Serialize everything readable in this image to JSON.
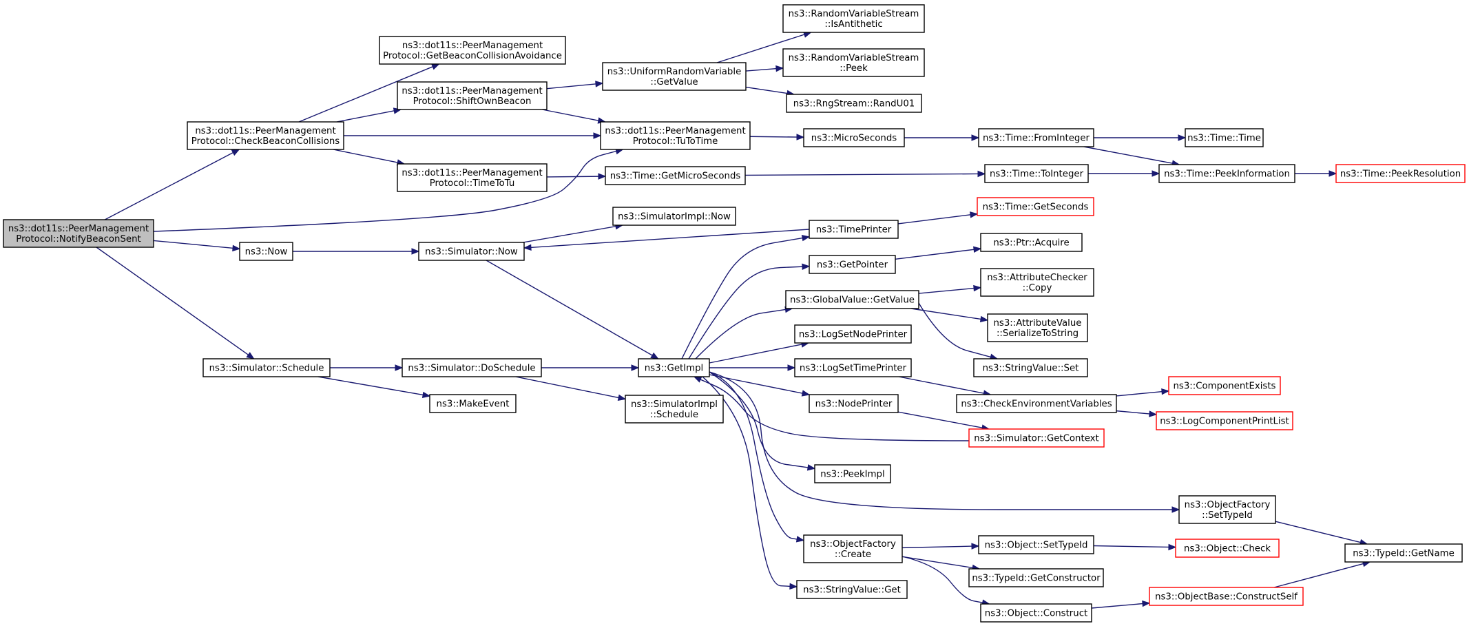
{
  "diagram": {
    "nodes": [
      {
        "id": "notify",
        "lines": [
          "ns3::dot11s::PeerManagement",
          "Protocol::NotifyBeaconSent"
        ],
        "root": true
      },
      {
        "id": "checkcoll",
        "lines": [
          "ns3::dot11s::PeerManagement",
          "Protocol::CheckBeaconCollisions"
        ]
      },
      {
        "id": "getbeacon",
        "lines": [
          "ns3::dot11s::PeerManagement",
          "Protocol::GetBeaconCollisionAvoidance"
        ]
      },
      {
        "id": "shiftown",
        "lines": [
          "ns3::dot11s::PeerManagement",
          "Protocol::ShiftOwnBeacon"
        ]
      },
      {
        "id": "timetotu",
        "lines": [
          "ns3::dot11s::PeerManagement",
          "Protocol::TimeToTu"
        ]
      },
      {
        "id": "tutotime",
        "lines": [
          "ns3::dot11s::PeerManagement",
          "Protocol::TuToTime"
        ]
      },
      {
        "id": "urvget",
        "lines": [
          "ns3::UniformRandomVariable",
          "::GetValue"
        ]
      },
      {
        "id": "isanti",
        "lines": [
          "ns3::RandomVariableStream",
          "::IsAntithetic"
        ]
      },
      {
        "id": "peek",
        "lines": [
          "ns3::RandomVariableStream",
          "::Peek"
        ]
      },
      {
        "id": "randu01",
        "lines": [
          "ns3::RngStream::RandU01"
        ]
      },
      {
        "id": "micro",
        "lines": [
          "ns3::MicroSeconds"
        ]
      },
      {
        "id": "frominteger",
        "lines": [
          "ns3::Time::FromInteger"
        ]
      },
      {
        "id": "timetime",
        "lines": [
          "ns3::Time::Time"
        ]
      },
      {
        "id": "getmicro",
        "lines": [
          "ns3::Time::GetMicroSeconds"
        ]
      },
      {
        "id": "tointeger",
        "lines": [
          "ns3::Time::ToInteger"
        ]
      },
      {
        "id": "peekinfo",
        "lines": [
          "ns3::Time::PeekInformation"
        ]
      },
      {
        "id": "peekres",
        "lines": [
          "ns3::Time::PeekResolution"
        ],
        "truncated": true
      },
      {
        "id": "simimplnow",
        "lines": [
          "ns3::SimulatorImpl::Now"
        ]
      },
      {
        "id": "timeprinter",
        "lines": [
          "ns3::TimePrinter"
        ]
      },
      {
        "id": "getseconds",
        "lines": [
          "ns3::Time::GetSeconds"
        ],
        "truncated": true
      },
      {
        "id": "now",
        "lines": [
          "ns3::Now"
        ]
      },
      {
        "id": "simnow",
        "lines": [
          "ns3::Simulator::Now"
        ]
      },
      {
        "id": "getpointer",
        "lines": [
          "ns3::GetPointer"
        ]
      },
      {
        "id": "ptracquire",
        "lines": [
          "ns3::Ptr::Acquire"
        ]
      },
      {
        "id": "gvgetvalue",
        "lines": [
          "ns3::GlobalValue::GetValue"
        ]
      },
      {
        "id": "accopy",
        "lines": [
          "ns3::AttributeChecker",
          "::Copy"
        ]
      },
      {
        "id": "avser",
        "lines": [
          "ns3::AttributeValue",
          "::SerializeToString"
        ]
      },
      {
        "id": "svset",
        "lines": [
          "ns3::StringValue::Set"
        ]
      },
      {
        "id": "lognode",
        "lines": [
          "ns3::LogSetNodePrinter"
        ]
      },
      {
        "id": "logtime",
        "lines": [
          "ns3::LogSetTimePrinter"
        ]
      },
      {
        "id": "schedule",
        "lines": [
          "ns3::Simulator::Schedule"
        ]
      },
      {
        "id": "doschedule",
        "lines": [
          "ns3::Simulator::DoSchedule"
        ]
      },
      {
        "id": "getimpl",
        "lines": [
          "ns3::GetImpl"
        ]
      },
      {
        "id": "makeevent",
        "lines": [
          "ns3::MakeEvent"
        ]
      },
      {
        "id": "siimplsched",
        "lines": [
          "ns3::SimulatorImpl",
          "::Schedule"
        ]
      },
      {
        "id": "checkenv",
        "lines": [
          "ns3::CheckEnvironmentVariables"
        ]
      },
      {
        "id": "compexists",
        "lines": [
          "ns3::ComponentExists"
        ],
        "truncated": true
      },
      {
        "id": "logcomp",
        "lines": [
          "ns3::LogComponentPrintList"
        ],
        "truncated": true
      },
      {
        "id": "nodeprinter",
        "lines": [
          "ns3::NodePrinter"
        ]
      },
      {
        "id": "getcontext",
        "lines": [
          "ns3::Simulator::GetContext"
        ],
        "truncated": true
      },
      {
        "id": "peekimpl",
        "lines": [
          "ns3::PeekImpl"
        ]
      },
      {
        "id": "ofsettypeid",
        "lines": [
          "ns3::ObjectFactory",
          "::SetTypeId"
        ]
      },
      {
        "id": "typeidname",
        "lines": [
          "ns3::TypeId::GetName"
        ]
      },
      {
        "id": "ofcreate",
        "lines": [
          "ns3::ObjectFactory",
          "::Create"
        ]
      },
      {
        "id": "objsettypeid",
        "lines": [
          "ns3::Object::SetTypeId"
        ]
      },
      {
        "id": "objcheck",
        "lines": [
          "ns3::Object::Check"
        ],
        "truncated": true
      },
      {
        "id": "getctor",
        "lines": [
          "ns3::TypeId::GetConstructor"
        ]
      },
      {
        "id": "svget",
        "lines": [
          "ns3::StringValue::Get"
        ]
      },
      {
        "id": "objconstruct",
        "lines": [
          "ns3::Object::Construct"
        ]
      },
      {
        "id": "constructself",
        "lines": [
          "ns3::ObjectBase::ConstructSelf"
        ],
        "truncated": true
      }
    ],
    "edges": [
      {
        "from": "notify",
        "to": "checkcoll"
      },
      {
        "from": "notify",
        "to": "tutotime"
      },
      {
        "from": "notify",
        "to": "now"
      },
      {
        "from": "notify",
        "to": "schedule"
      },
      {
        "from": "checkcoll",
        "to": "getbeacon"
      },
      {
        "from": "checkcoll",
        "to": "shiftown"
      },
      {
        "from": "checkcoll",
        "to": "tutotime"
      },
      {
        "from": "checkcoll",
        "to": "timetotu"
      },
      {
        "from": "shiftown",
        "to": "urvget"
      },
      {
        "from": "shiftown",
        "to": "tutotime"
      },
      {
        "from": "urvget",
        "to": "isanti"
      },
      {
        "from": "urvget",
        "to": "peek"
      },
      {
        "from": "urvget",
        "to": "randu01"
      },
      {
        "from": "tutotime",
        "to": "micro"
      },
      {
        "from": "micro",
        "to": "frominteger"
      },
      {
        "from": "frominteger",
        "to": "timetime"
      },
      {
        "from": "frominteger",
        "to": "peekinfo"
      },
      {
        "from": "timetotu",
        "to": "getmicro"
      },
      {
        "from": "getmicro",
        "to": "tointeger"
      },
      {
        "from": "tointeger",
        "to": "peekinfo"
      },
      {
        "from": "peekinfo",
        "to": "peekres"
      },
      {
        "from": "now",
        "to": "simnow"
      },
      {
        "from": "simnow",
        "to": "simimplnow"
      },
      {
        "from": "simnow",
        "to": "getimpl"
      },
      {
        "from": "timeprinter",
        "to": "simnow"
      },
      {
        "from": "timeprinter",
        "to": "getseconds"
      },
      {
        "from": "schedule",
        "to": "doschedule"
      },
      {
        "from": "schedule",
        "to": "makeevent"
      },
      {
        "from": "doschedule",
        "to": "getimpl"
      },
      {
        "from": "doschedule",
        "to": "siimplsched"
      },
      {
        "from": "getimpl",
        "to": "timeprinter"
      },
      {
        "from": "getimpl",
        "to": "getpointer"
      },
      {
        "from": "getimpl",
        "to": "gvgetvalue"
      },
      {
        "from": "getimpl",
        "to": "lognode"
      },
      {
        "from": "getimpl",
        "to": "logtime"
      },
      {
        "from": "getimpl",
        "to": "nodeprinter"
      },
      {
        "from": "getimpl",
        "to": "peekimpl"
      },
      {
        "from": "getimpl",
        "to": "ofsettypeid"
      },
      {
        "from": "getimpl",
        "to": "ofcreate"
      },
      {
        "from": "getimpl",
        "to": "svget"
      },
      {
        "from": "getpointer",
        "to": "ptracquire"
      },
      {
        "from": "gvgetvalue",
        "to": "accopy"
      },
      {
        "from": "gvgetvalue",
        "to": "avser"
      },
      {
        "from": "gvgetvalue",
        "to": "svset"
      },
      {
        "from": "logtime",
        "to": "checkenv"
      },
      {
        "from": "checkenv",
        "to": "compexists"
      },
      {
        "from": "checkenv",
        "to": "logcomp"
      },
      {
        "from": "nodeprinter",
        "to": "getcontext"
      },
      {
        "from": "getcontext",
        "to": "getimpl"
      },
      {
        "from": "ofsettypeid",
        "to": "typeidname"
      },
      {
        "from": "ofcreate",
        "to": "objsettypeid"
      },
      {
        "from": "ofcreate",
        "to": "getctor"
      },
      {
        "from": "ofcreate",
        "to": "objconstruct"
      },
      {
        "from": "objsettypeid",
        "to": "objcheck"
      },
      {
        "from": "objconstruct",
        "to": "constructself"
      },
      {
        "from": "constructself",
        "to": "typeidname"
      }
    ]
  }
}
